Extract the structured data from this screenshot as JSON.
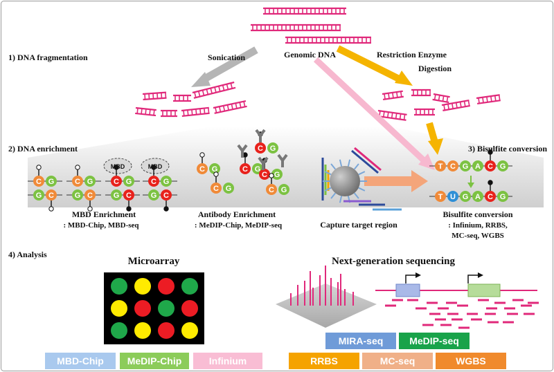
{
  "sections": {
    "fragmentation": "1) DNA fragmentation",
    "enrichment": "2) DNA enrichment",
    "bisulfite": "3) Bisulfite conversion",
    "analysis": "4) Analysis"
  },
  "fragmentation": {
    "genomic_dna": "Genomic DNA",
    "sonication": "Sonication",
    "restriction_line1": "Restriction Enzyme",
    "restriction_line2": "Digestion"
  },
  "enrichment": {
    "mbd_badge": "MBD",
    "mbd_title": "MBD Enrichment",
    "mbd_sub": ": MBD-Chip, MBD-seq",
    "antibody_title": "Antibody Enrichment",
    "antibody_sub": ": MeDIP-Chip, MeDIP-seq",
    "capture_title": "Capture target region",
    "bisulfite_title": "Bisulfite conversion",
    "bisulfite_sub1": ": Infinium, RRBS,",
    "bisulfite_sub2": "MC-seq, WGBS"
  },
  "bases": {
    "row1": [
      "T",
      "C",
      "G",
      "A",
      "C",
      "G"
    ],
    "row2": [
      "T",
      "U",
      "G",
      "A",
      "C",
      "G"
    ]
  },
  "analysis": {
    "microarray": "Microarray",
    "ngs": "Next-generation sequencing"
  },
  "methods": {
    "mira": "MIRA-seq",
    "medip_seq": "MeDIP-seq",
    "mbd_chip": "MBD-Chip",
    "medip_chip": "MeDIP-Chip",
    "infinium": "Infinium",
    "rrbs": "RRBS",
    "mc_seq": "MC-seq",
    "wgbs": "WGBS"
  },
  "colors": {
    "dna": "#e0287a",
    "methyl_red": "#e8221c",
    "green": "#7cc242",
    "orange_base": "#f08a38",
    "blue_base": "#2e8fd6",
    "arrow_gray": "#b5b5b5",
    "arrow_orange": "#f5b400",
    "arrow_pink": "#f7b8cf",
    "mira": "#6f9bd8",
    "medip_seq": "#19a34a",
    "mbd_chip": "#a9c9ee",
    "medip_chip": "#8ccc5a",
    "infinium": "#f9bdd4",
    "rrbs": "#f5a300",
    "mc_seq": "#f0b088",
    "wgbs": "#f08a2c"
  },
  "microarray_spots": [
    [
      "green",
      "yellow",
      "red",
      "green"
    ],
    [
      "yellow",
      "red",
      "green",
      "red"
    ],
    [
      "green",
      "yellow",
      "red",
      "yellow"
    ]
  ]
}
